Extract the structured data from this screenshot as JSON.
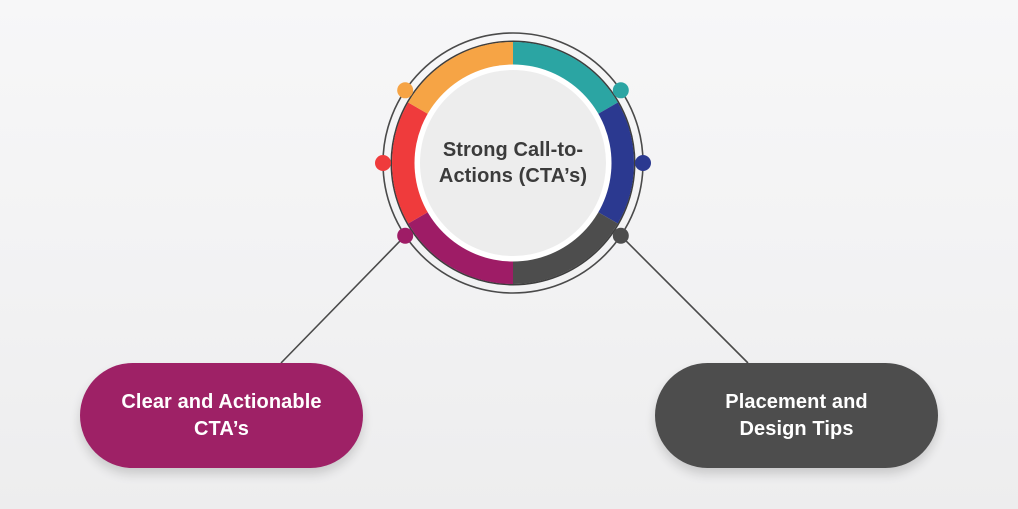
{
  "diagram": {
    "center": {
      "label": "Strong Call-to-Actions (CTA’s)"
    },
    "ring_segments": [
      {
        "name": "teal",
        "color": "#2BA5A3"
      },
      {
        "name": "indigo",
        "color": "#2B3990"
      },
      {
        "name": "dark-gray",
        "color": "#4D4D4D"
      },
      {
        "name": "magenta",
        "color": "#9E1C66"
      },
      {
        "name": "red",
        "color": "#EF3B3C"
      },
      {
        "name": "orange",
        "color": "#F6A445"
      }
    ],
    "dots": [
      {
        "name": "teal-dot",
        "color": "#2BA5A3"
      },
      {
        "name": "indigo-dot",
        "color": "#2B3990"
      },
      {
        "name": "gray-dot",
        "color": "#4D4D4D"
      },
      {
        "name": "magenta-dot",
        "color": "#9E1C66"
      },
      {
        "name": "red-dot",
        "color": "#EF3B3C"
      },
      {
        "name": "orange-dot",
        "color": "#F6A445"
      }
    ],
    "nodes": [
      {
        "id": "left",
        "label": "Clear and Actionable CTA’s",
        "color": "#9E2166"
      },
      {
        "id": "right",
        "label": "Placement and Design Tips",
        "color": "#4D4D4D"
      }
    ]
  },
  "colors": {
    "outline": "#4A4A4A",
    "ring_edge": "#3E3E3E",
    "connector_line": "#4A4A4A",
    "inner_ring": "#FFFFFF",
    "center_circle_fill": "#EDEDED",
    "center_text": "#3B3B3B",
    "node_text": "#FFFFFF",
    "background_top": "#F7F7F8",
    "background_bottom": "#EDEDEE"
  }
}
